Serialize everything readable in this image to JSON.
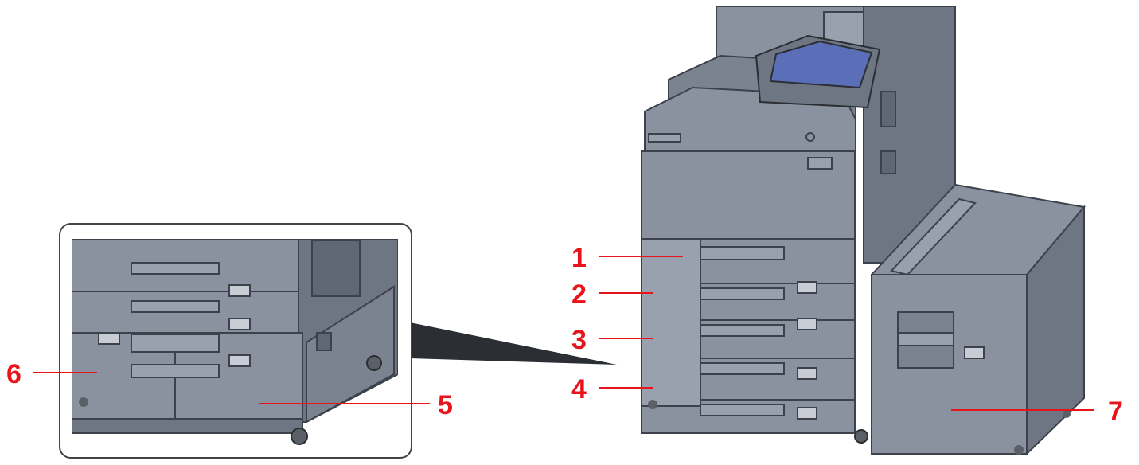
{
  "colors": {
    "body": "#8a919f",
    "body_light": "#9aa1ae",
    "body_dark": "#6e7583",
    "outline": "#3c414b",
    "screen": "#5a6fb8",
    "callout": "#e8141c",
    "leader": "#e8141c",
    "frame": "#444444"
  },
  "callouts": {
    "c1": "1",
    "c2": "2",
    "c3": "3",
    "c4": "4",
    "c5": "5",
    "c6": "6",
    "c7": "7"
  }
}
